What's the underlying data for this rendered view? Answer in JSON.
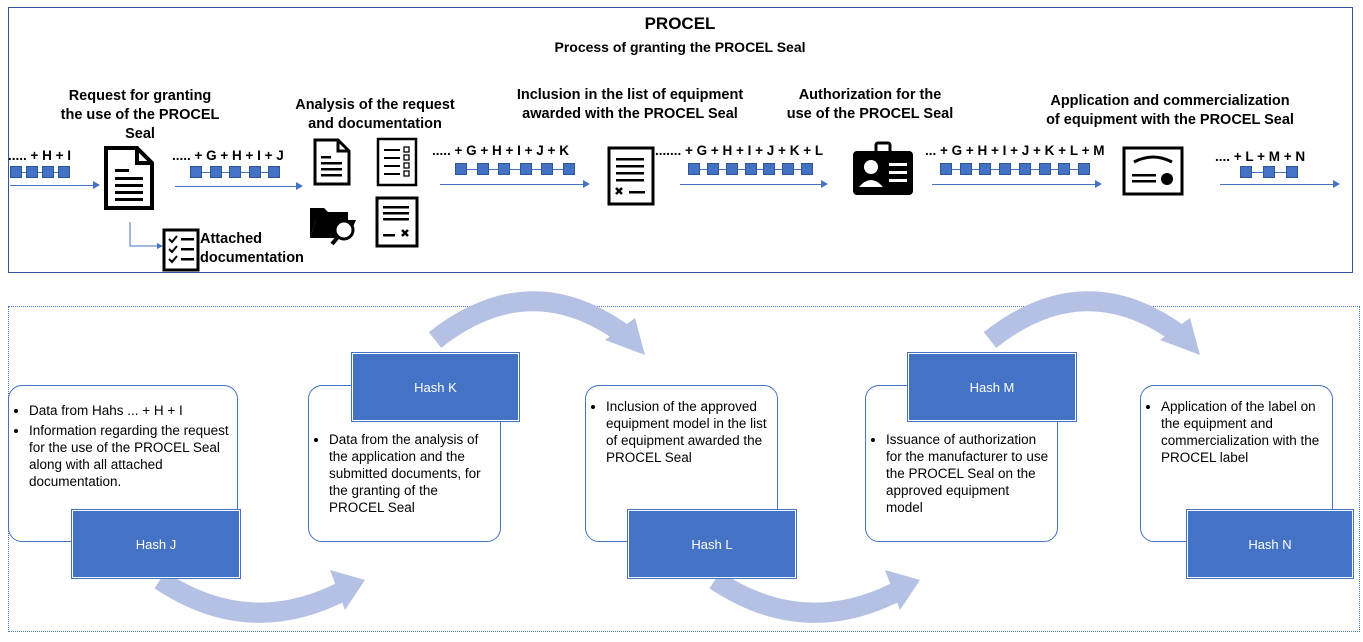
{
  "title": "PROCEL",
  "subtitle": "Process of granting the PROCEL Seal",
  "stages": [
    {
      "label": "Request for granting\nthe use of the PROCEL\nSeal"
    },
    {
      "label": "Analysis of the request\nand documentation"
    },
    {
      "label": "Inclusion in the list of equipment\nawarded with the PROCEL Seal"
    },
    {
      "label": "Authorization for the\nuse of the PROCEL Seal"
    },
    {
      "label": "Application and commercialization\nof equipment with the PROCEL Seal"
    }
  ],
  "attached_label": "Attached\ndocumentation",
  "hash_sequences": [
    "..... + H + I",
    "..... + G + H + I + J",
    "..... + G + H + I + J + K",
    "....... + G + H + I + J + K + L",
    "... + G + H + I + J + K + L + M",
    ".... + L + M + N"
  ],
  "chain_block_counts": [
    4,
    5,
    6,
    7,
    8,
    3
  ],
  "cards": [
    {
      "bullets": [
        "Data from Hahs ... + H + I",
        "Information regarding the request for the use of the PROCEL Seal along with all attached documentation."
      ],
      "hash": "Hash J"
    },
    {
      "bullets": [
        "Data from the analysis of the application and the submitted documents, for the granting of the PROCEL Seal"
      ],
      "hash": "Hash K"
    },
    {
      "bullets": [
        "Inclusion of the approved equipment model in the list of equipment awarded the PROCEL Seal"
      ],
      "hash": "Hash L"
    },
    {
      "bullets": [
        "Issuance of authorization for the manufacturer to use the PROCEL Seal on the approved equipment model"
      ],
      "hash": "Hash M"
    },
    {
      "bullets": [
        "Application of the label on the equipment and commercialization with the PROCEL label"
      ],
      "hash": "Hash N"
    }
  ],
  "colors": {
    "accent": "#4472c4",
    "frame": "#2f5597",
    "arrow": "#b4c0e4"
  },
  "icons": [
    "document-icon",
    "checklist-icon",
    "document-icon",
    "list-icon",
    "folder-search-icon",
    "form-icon",
    "certificate-list-icon",
    "id-badge-icon",
    "seal-certificate-icon"
  ]
}
